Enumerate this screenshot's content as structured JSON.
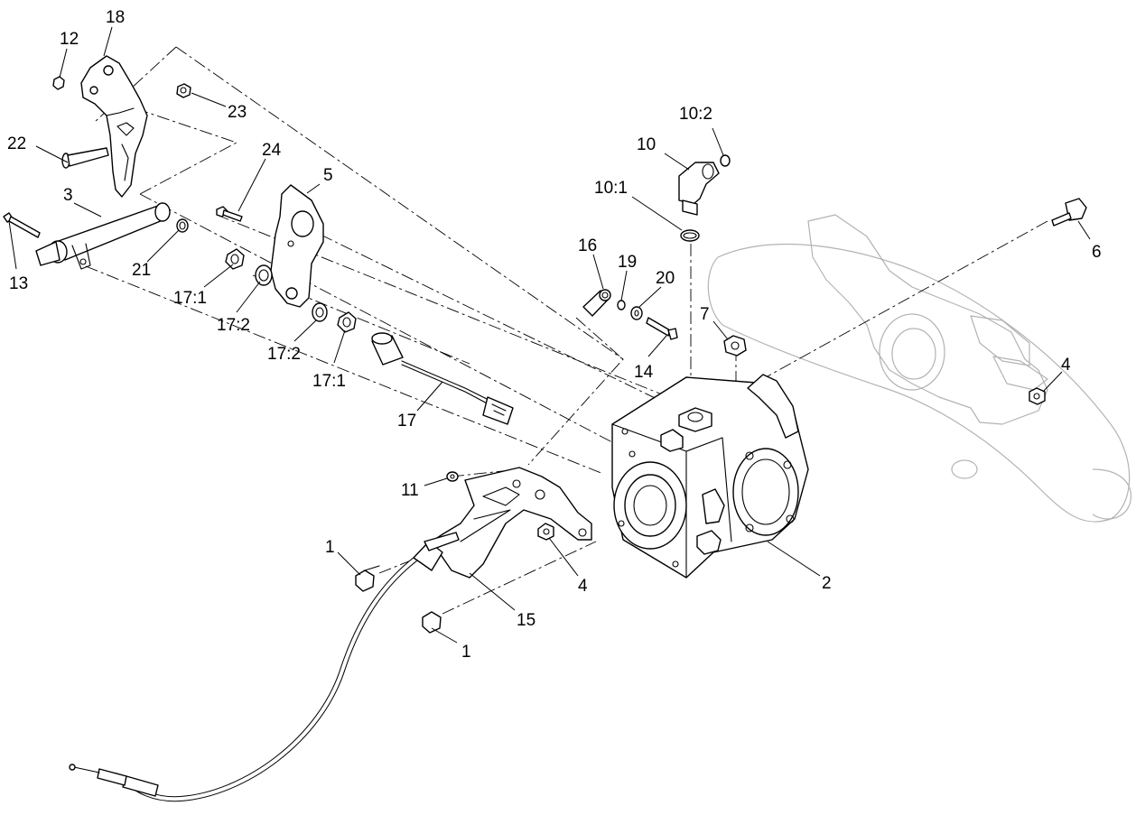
{
  "diagram": {
    "callouts": [
      {
        "id": "c-18",
        "text": "18"
      },
      {
        "id": "c-12",
        "text": "12"
      },
      {
        "id": "c-23",
        "text": "23"
      },
      {
        "id": "c-22",
        "text": "22"
      },
      {
        "id": "c-3",
        "text": "3"
      },
      {
        "id": "c-13",
        "text": "13"
      },
      {
        "id": "c-21",
        "text": "21"
      },
      {
        "id": "c-24",
        "text": "24"
      },
      {
        "id": "c-5",
        "text": "5"
      },
      {
        "id": "c-17-1a",
        "text": "17:1"
      },
      {
        "id": "c-17-2a",
        "text": "17:2"
      },
      {
        "id": "c-17-2b",
        "text": "17:2"
      },
      {
        "id": "c-17-1b",
        "text": "17:1"
      },
      {
        "id": "c-17",
        "text": "17"
      },
      {
        "id": "c-10-2",
        "text": "10:2"
      },
      {
        "id": "c-10",
        "text": "10"
      },
      {
        "id": "c-10-1",
        "text": "10:1"
      },
      {
        "id": "c-16",
        "text": "16"
      },
      {
        "id": "c-19",
        "text": "19"
      },
      {
        "id": "c-20",
        "text": "20"
      },
      {
        "id": "c-14",
        "text": "14"
      },
      {
        "id": "c-6",
        "text": "6"
      },
      {
        "id": "c-7",
        "text": "7"
      },
      {
        "id": "c-4a",
        "text": "4"
      },
      {
        "id": "c-4b",
        "text": "4"
      },
      {
        "id": "c-11",
        "text": "11"
      },
      {
        "id": "c-1a",
        "text": "1"
      },
      {
        "id": "c-1b",
        "text": "1"
      },
      {
        "id": "c-15",
        "text": "15"
      },
      {
        "id": "c-2",
        "text": "2"
      }
    ]
  }
}
